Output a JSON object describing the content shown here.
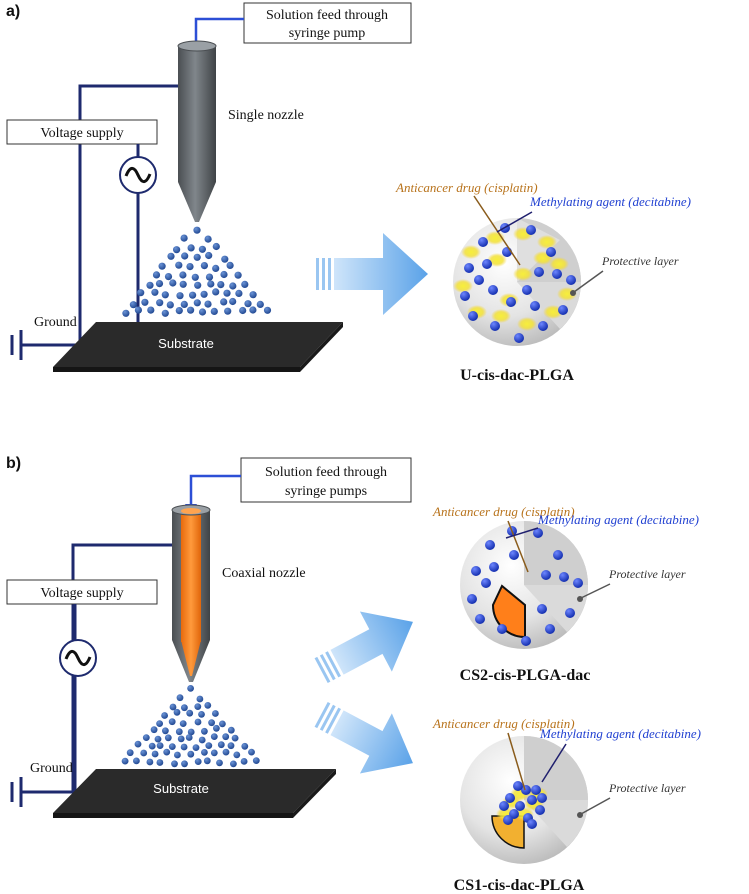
{
  "panel_a": {
    "label": "a)",
    "feed_label_line1": "Solution feed through",
    "feed_label_line2": "syringe pump",
    "nozzle_label": "Single nozzle",
    "voltage_label": "Voltage supply",
    "ground_label": "Ground",
    "substrate_label": "Substrate",
    "drug_label": "Anticancer drug (cisplatin)",
    "methyl_label": "Methylating agent (decitabine)",
    "protective_label": "Protective layer",
    "particle_name": "U-cis-dac-PLGA"
  },
  "panel_b": {
    "label": "b)",
    "feed_label_line1": "Solution feed through",
    "feed_label_line2": "syringe pumps",
    "nozzle_label": "Coaxial nozzle",
    "voltage_label": "Voltage supply",
    "ground_label": "Ground",
    "substrate_label": "Substrate",
    "particle1": {
      "drug_label": "Anticancer drug (cisplatin)",
      "methyl_label": "Methylating agent (decitabine)",
      "protective_label": "Protective layer",
      "name": "CS2-cis-PLGA-dac"
    },
    "particle2": {
      "drug_label": "Anticancer drug (cisplatin)",
      "methyl_label": "Methylating agent (decitabine)",
      "protective_label": "Protective layer",
      "name": "CS1-cis-dac-PLGA"
    }
  },
  "colors": {
    "wire": "#1e2a6e",
    "feed_line": "#2c4fd6",
    "nozzle_gray": "#5f6468",
    "core_orange": "#ff7f1a",
    "droplet_blue": "#2e5aa8",
    "arrow_blue": "#7fb8ee",
    "substrate": "#2a2a2a",
    "bead_blue": "#1f3fd1",
    "drug_yellow": "#f3e23a",
    "drug_label": "#b8731c",
    "methyl_label": "#1f3fd1"
  },
  "icons": [
    "ac-source-icon",
    "ground-icon",
    "arrow-icon"
  ]
}
